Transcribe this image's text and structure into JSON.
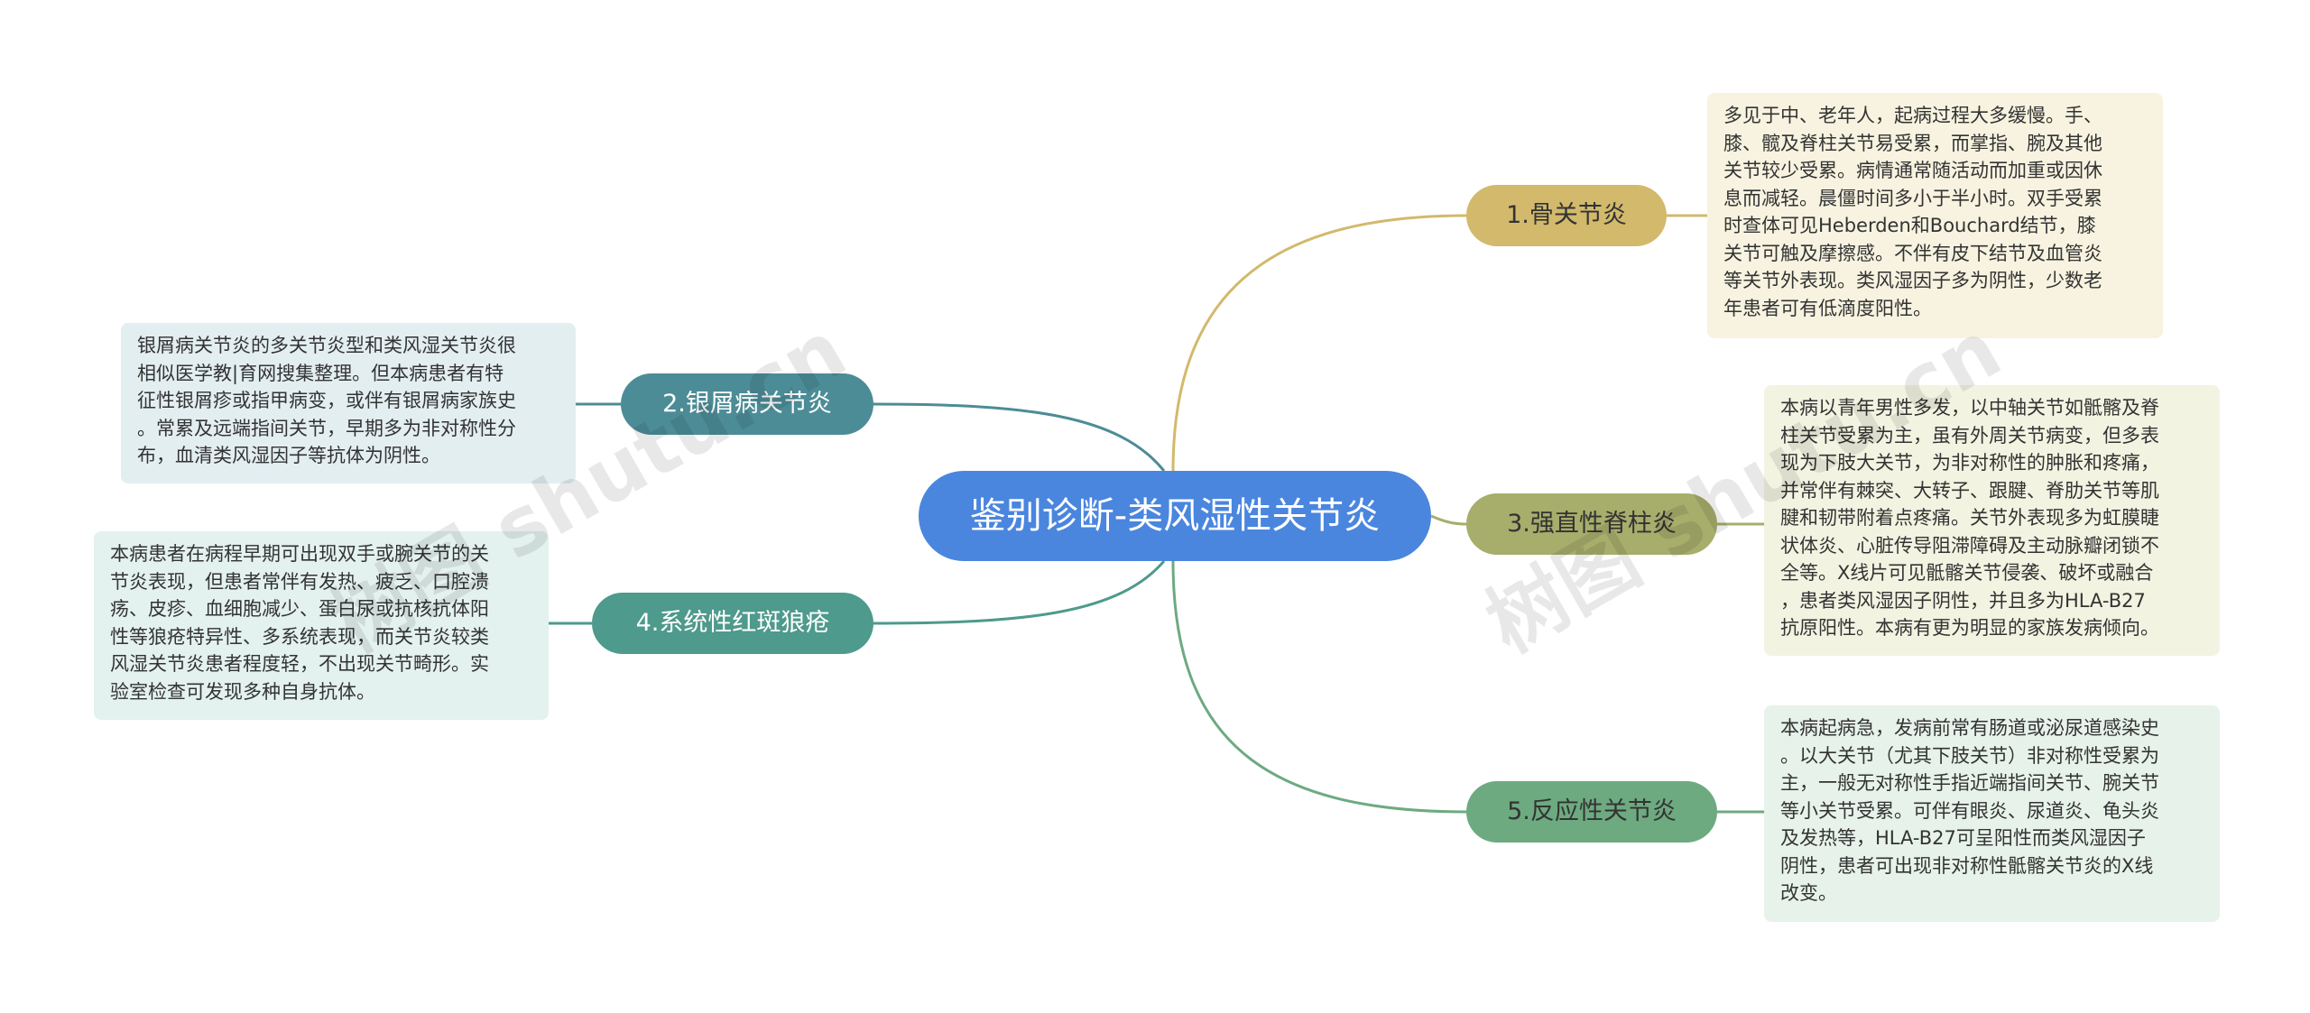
{
  "center": {
    "label": "鉴别诊断-类风湿性关节炎"
  },
  "branches": [
    {
      "label": "1.骨关节炎",
      "note": [
        "多见于中、老年人，起病过程大多缓慢。手、",
        "膝、髋及脊柱关节易受累，而掌指、腕及其他",
        "关节较少受累。病情通常随活动而加重或因休",
        "息而减轻。晨僵时间多小于半小时。双手受累",
        "时查体可见Heberden和Bouchard结节，膝",
        "关节可触及摩擦感。不伴有皮下结节及血管炎",
        "等关节外表现。类风湿因子多为阴性，少数老",
        "年患者可有低滴度阳性。"
      ]
    },
    {
      "label": "2.银屑病关节炎",
      "note": [
        "银屑病关节炎的多关节炎型和类风湿关节炎很",
        "相似医学教|育网搜集整理。但本病患者有特",
        "征性银屑疹或指甲病变，或伴有银屑病家族史",
        "。常累及远端指间关节，早期多为非对称性分",
        "布，血清类风湿因子等抗体为阴性。"
      ]
    },
    {
      "label": "3.强直性脊柱炎",
      "note": [
        "本病以青年男性多发，以中轴关节如骶髂及脊",
        "柱关节受累为主，虽有外周关节病变，但多表",
        "现为下肢大关节，为非对称性的肿胀和疼痛，",
        "并常伴有棘突、大转子、跟腱、脊肋关节等肌",
        "腱和韧带附着点疼痛。关节外表现多为虹膜睫",
        "状体炎、心脏传导阻滞障碍及主动脉瓣闭锁不",
        "全等。X线片可见骶髂关节侵袭、破坏或融合",
        "，患者类风湿因子阴性，并且多为HLA-B27",
        "抗原阳性。本病有更为明显的家族发病倾向。"
      ]
    },
    {
      "label": "4.系统性红斑狼疮",
      "note": [
        "本病患者在病程早期可出现双手或腕关节的关",
        "节炎表现，但患者常伴有发热、疲乏、口腔溃",
        "疡、皮疹、血细胞减少、蛋白尿或抗核抗体阳",
        "性等狼疮特异性、多系统表现，而关节炎较类",
        "风湿关节炎患者程度轻，不出现关节畸形。实",
        "验室检查可发现多种自身抗体。"
      ]
    },
    {
      "label": "5.反应性关节炎",
      "note": [
        "本病起病急，发病前常有肠道或泌尿道感染史",
        "。以大关节（尤其下肢关节）非对称性受累为",
        "主，一般无对称性手指近端指间关节、腕关节",
        "等小关节受累。可伴有眼炎、尿道炎、龟头炎",
        "及发热等，HLA-B27可呈阳性而类风湿因子",
        "阴性，患者可出现非对称性骶髂关节炎的X线",
        "改变。"
      ]
    }
  ],
  "watermark": {
    "text": "树图 shutu.cn"
  },
  "colors": {
    "center": "#4a86de",
    "b1": "#d2b96c",
    "b2": "#4c8c97",
    "b3": "#a7ad6b",
    "b4": "#4e9a8c",
    "b5": "#6daa80"
  }
}
